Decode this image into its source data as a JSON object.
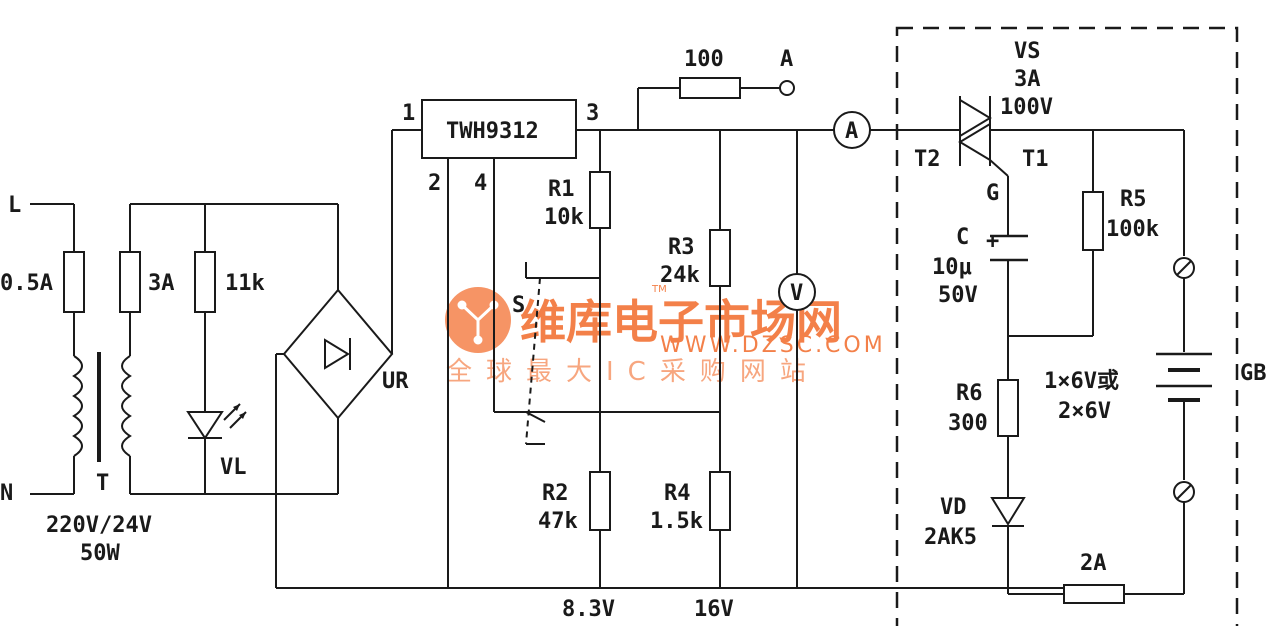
{
  "labels": {
    "L": "L",
    "N": "N",
    "fuse1": "0.5A",
    "fuse2": "3A",
    "res_11k": "11k",
    "VL": "VL",
    "T": "T",
    "transformer": "220V/24V",
    "transformer_power": "50W",
    "UR": "UR",
    "pin1": "1",
    "pin2": "2",
    "pin3": "3",
    "pin4": "4",
    "ic": "TWH9312",
    "res_100": "100",
    "A_terminal": "A",
    "R1": "R1",
    "R1_val": "10k",
    "R2": "R2",
    "R2_val": "47k",
    "R3": "R3",
    "R3_val": "24k",
    "R4": "R4",
    "R4_val": "1.5k",
    "S": "S",
    "v_83": "8.3V",
    "v_16": "16V",
    "ammeter": "A",
    "voltmeter": "V",
    "VS": "VS",
    "VS_current": "3A",
    "VS_voltage": "100V",
    "T2": "T2",
    "T1": "T1",
    "G": "G",
    "C": "C",
    "C_plus": "+",
    "C_val": "10μ",
    "C_voltage": "50V",
    "R5": "R5",
    "R5_val": "100k",
    "R6": "R6",
    "R6_val": "300",
    "VD": "VD",
    "VD_val": "2AK5",
    "fuse3": "2A",
    "battery1": "1×6V或",
    "battery2": "2×6V",
    "GB": "GB"
  },
  "watermark": {
    "brand": "维库电子市场网",
    "url": "WWW.DZSC.COM",
    "slogan": "全球最大IC采购网站",
    "tm": "TM",
    "color": "#f26b2a"
  }
}
